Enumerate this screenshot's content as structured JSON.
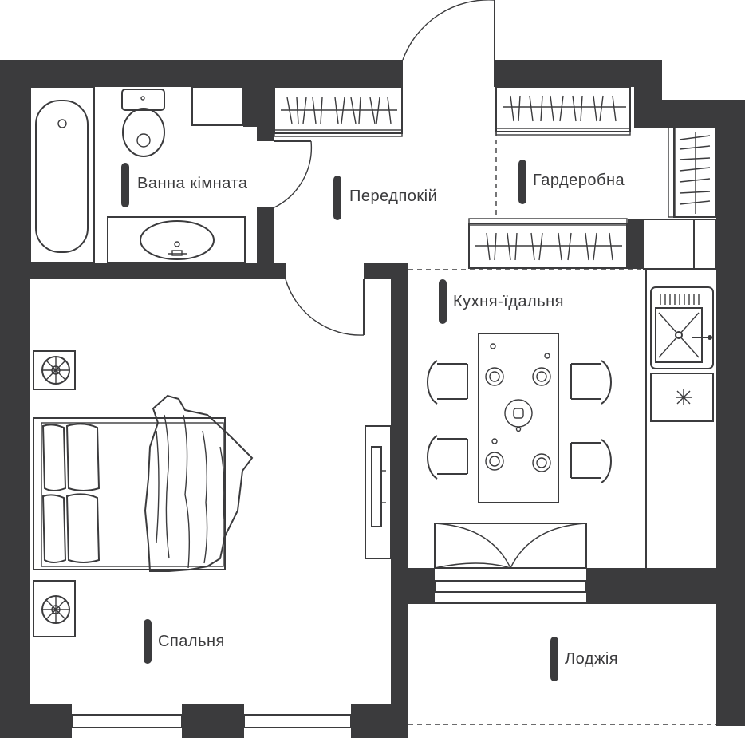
{
  "rooms": {
    "bathroom": "Ванна кімната",
    "hallway": "Передпокій",
    "wardrobe": "Гардеробна",
    "kitchen": "Кухня-їдальня",
    "bedroom": "Спальня",
    "loggia": "Лоджія"
  },
  "colors": {
    "wall": "#3b3b3d",
    "background": "#ffffff"
  }
}
